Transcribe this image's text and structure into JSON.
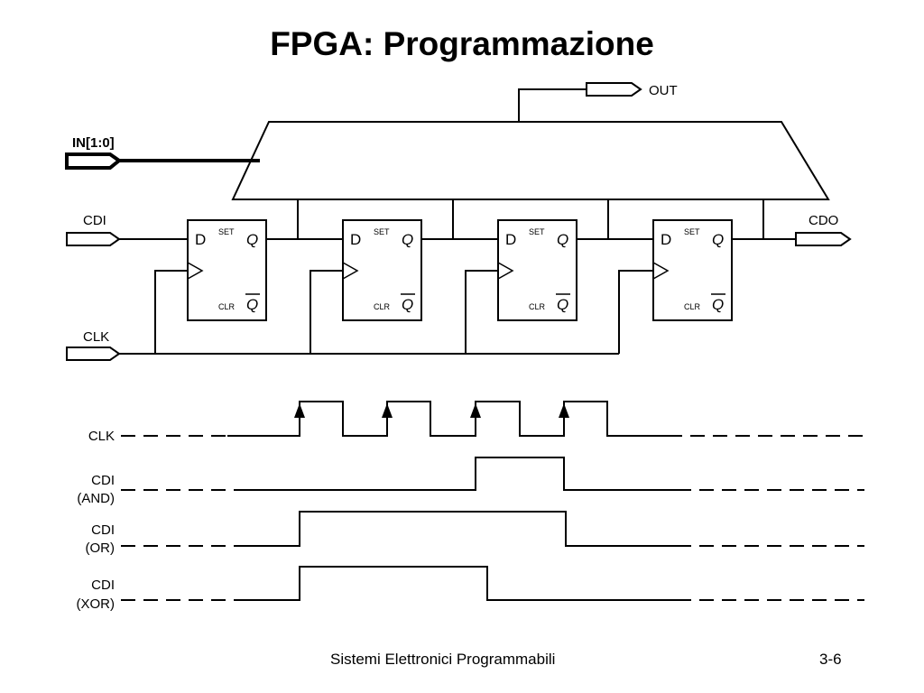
{
  "title": "FPGA: Programmazione",
  "signals": {
    "in_bus": "IN[1:0]",
    "out": "OUT",
    "cdi": "CDI",
    "cdo": "CDO",
    "clk": "CLK"
  },
  "flipflop": {
    "d": "D",
    "q": "Q",
    "qbar": "Q",
    "set": "SET",
    "clr": "CLR"
  },
  "waveforms": [
    {
      "label_line1": "CLK",
      "label_line2": ""
    },
    {
      "label_line1": "CDI",
      "label_line2": "(AND)"
    },
    {
      "label_line1": "CDI",
      "label_line2": "(OR)"
    },
    {
      "label_line1": "CDI",
      "label_line2": "(XOR)"
    }
  ],
  "footer": {
    "course": "Sistemi Elettronici Programmabili",
    "page": "3-6"
  }
}
